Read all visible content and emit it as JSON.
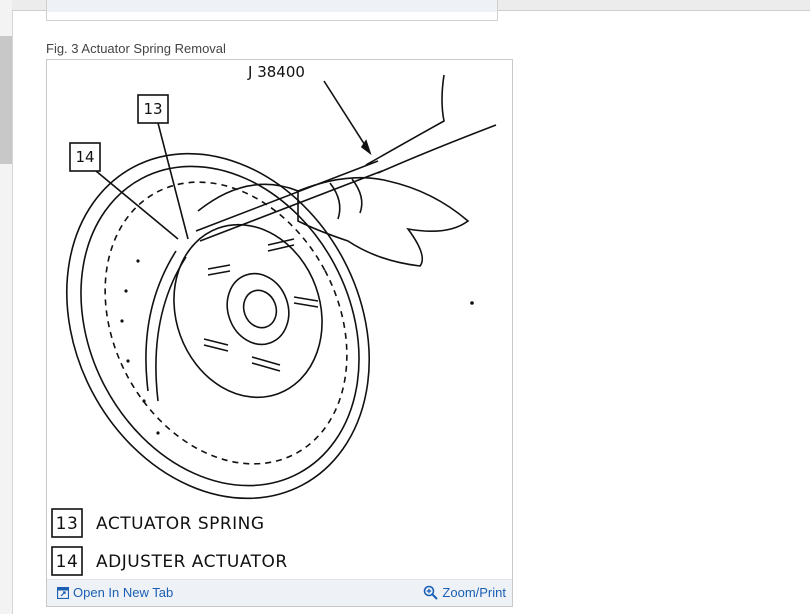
{
  "caption": "Fig. 3 Actuator Spring Removal",
  "figure": {
    "tool_label": "J 38400",
    "callouts": [
      {
        "number": "13",
        "text": "ACTUATOR SPRING"
      },
      {
        "number": "14",
        "text": "ADJUSTER ACTUATOR"
      }
    ]
  },
  "footer": {
    "open_tab_label": "Open In New Tab",
    "zoom_label": "Zoom/Print"
  },
  "colors": {
    "link": "#1a5fb4",
    "footer_bg": "#eef2f7"
  },
  "icons": {
    "open_tab": "open-new-tab-icon",
    "zoom": "zoom-in-icon"
  }
}
